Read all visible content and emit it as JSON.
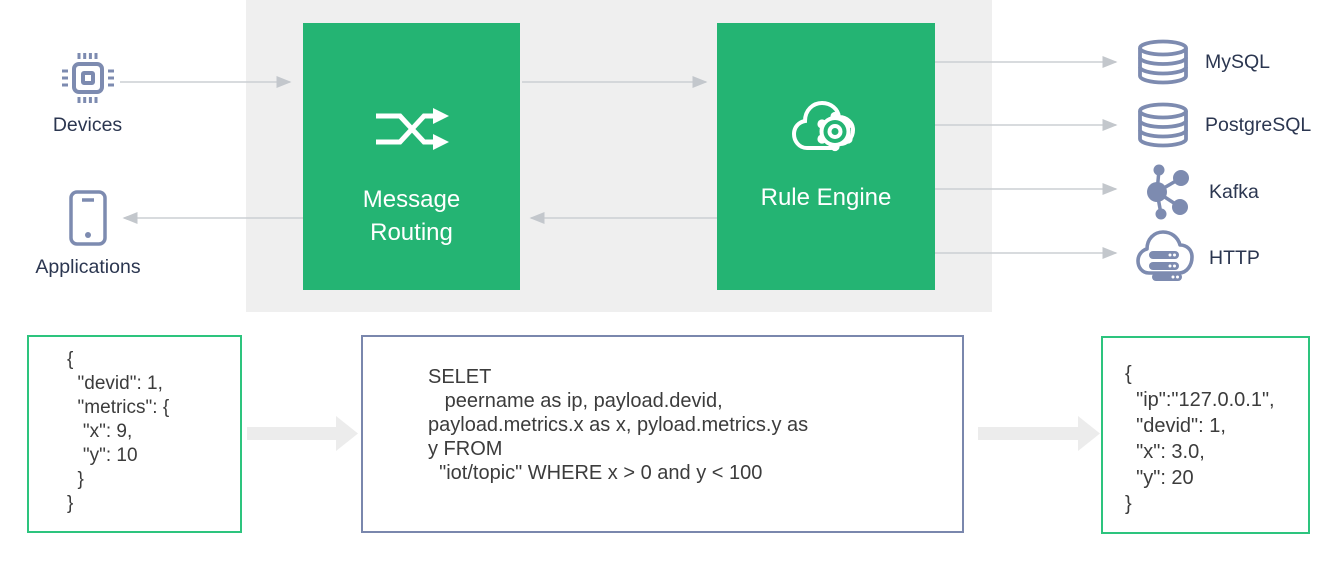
{
  "diagram": {
    "broker": {
      "message_routing_label": "Message\nRouting",
      "rule_engine_label": "Rule Engine"
    },
    "inputs": [
      {
        "label": "Devices",
        "icon": "chip-icon"
      },
      {
        "label": "Applications",
        "icon": "smartphone-icon"
      }
    ],
    "outputs": [
      {
        "label": "MySQL",
        "icon": "database-icon"
      },
      {
        "label": "PostgreSQL",
        "icon": "database-icon"
      },
      {
        "label": "Kafka",
        "icon": "node-graph-icon"
      },
      {
        "label": "HTTP",
        "icon": "cloud-server-icon"
      }
    ],
    "code": {
      "input_message": "{\n  \"devid\": 1,\n  \"metrics\": {\n   \"x\": 9,\n   \"y\": 10\n  }\n}",
      "rule_sql": "SELET\n   peername as ip, payload.devid,\npayload.metrics.x as x, pyload.metrics.y as\ny FROM\n  \"iot/topic\" WHERE x > 0 and y < 100",
      "output_message": "{\n  \"ip\":\"127.0.0.1\",\n  \"devid\": 1,\n  \"x\": 3.0,\n  \"y\": 20\n}"
    },
    "colors": {
      "box_green": "#24b473",
      "json_border_green": "#2dc47e",
      "sql_border_blue": "#7a87ad",
      "icon_slate": "#7d8bb0",
      "label_navy": "#2b3650",
      "band_gray": "#efefef",
      "thin_arrow_gray": "#cbcfd4",
      "thick_arrow_gray": "#ececec"
    }
  }
}
